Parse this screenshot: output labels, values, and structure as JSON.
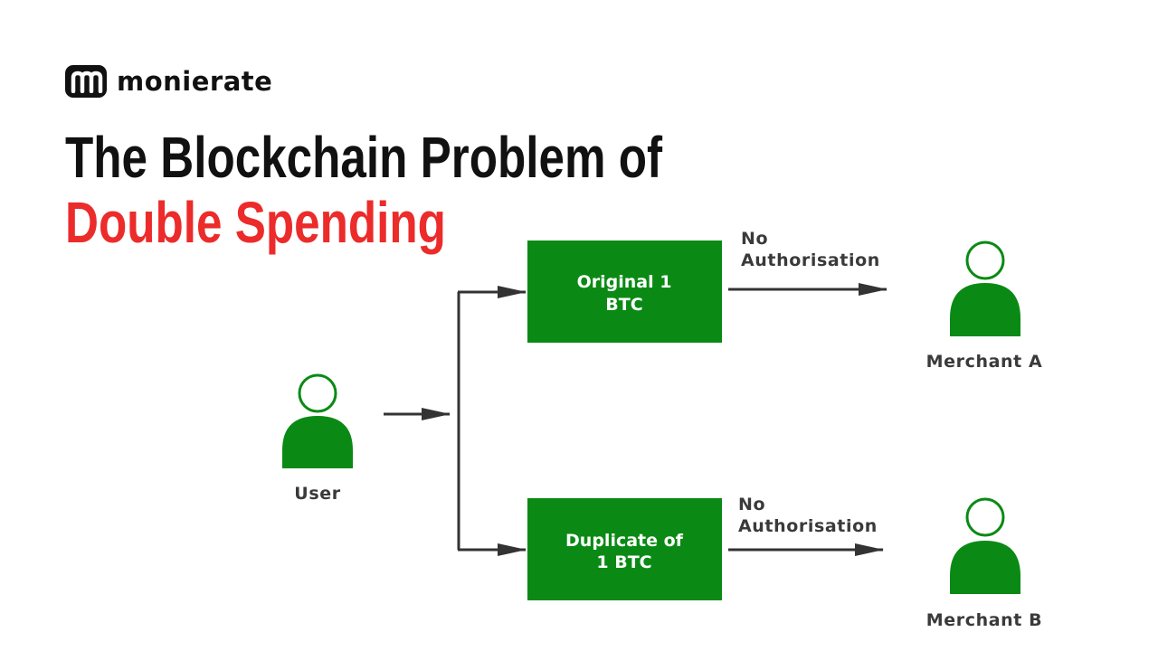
{
  "brand": {
    "name": "monierate"
  },
  "title": {
    "line1": "The Blockchain Problem of",
    "line2": "Double Spending"
  },
  "diagram": {
    "user": {
      "label": "User"
    },
    "boxes": [
      {
        "line1": "Original 1",
        "line2": "BTC"
      },
      {
        "line1": "Duplicate of",
        "line2": "1 BTC"
      }
    ],
    "edges": [
      {
        "line1": "No",
        "line2": "Authorisation"
      },
      {
        "line1": "No",
        "line2": "Authorisation"
      }
    ],
    "merchants": [
      {
        "label": "Merchant A"
      },
      {
        "label": "Merchant B"
      }
    ]
  },
  "colors": {
    "green": "#0a8a14",
    "red": "#ec2b2b",
    "arrow": "#333333",
    "text": "#111111"
  }
}
